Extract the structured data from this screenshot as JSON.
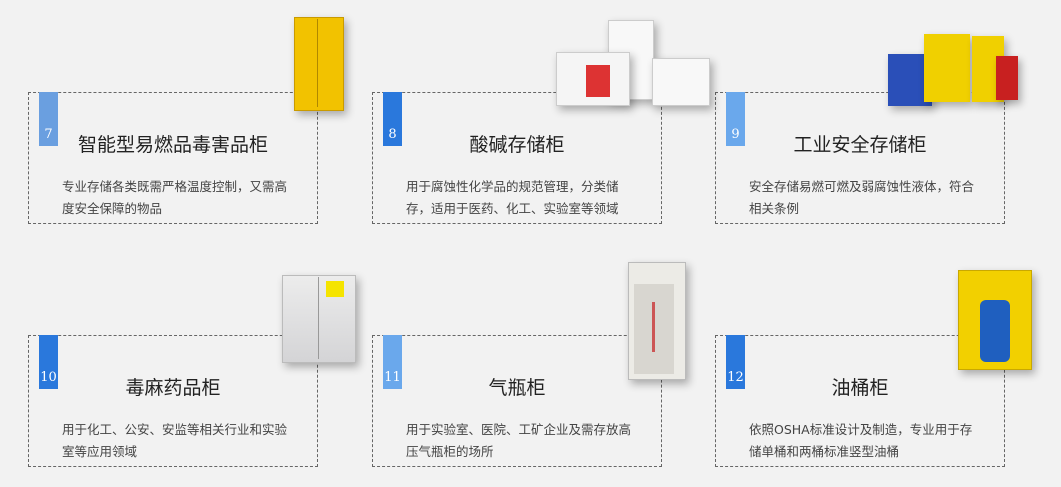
{
  "cards": [
    {
      "number": "7",
      "title": "智能型易燃品毒害品柜",
      "description": "专业存储各类既需严格温度控制，又需高度安全保障的物品",
      "badge_color": "#6a9fe0"
    },
    {
      "number": "8",
      "title": "酸碱存储柜",
      "description": "用于腐蚀性化学品的规范管理，分类储存，适用于医药、化工、实验室等领域",
      "badge_color": "#2a78dc"
    },
    {
      "number": "9",
      "title": "工业安全存储柜",
      "description": "安全存储易燃可燃及弱腐蚀性液体，符合相关条例",
      "badge_color": "#6aa8ec"
    },
    {
      "number": "10",
      "title": "毒麻药品柜",
      "description": "用于化工、公安、安监等相关行业和实验室等应用领域",
      "badge_color": "#2a78dc"
    },
    {
      "number": "11",
      "title": "气瓶柜",
      "description": "用于实验室、医院、工矿企业及需存放高压气瓶柜的场所",
      "badge_color": "#6aa8ec"
    },
    {
      "number": "12",
      "title": "油桶柜",
      "description": "依照OSHA标准设计及制造，专业用于存储单桶和两桶标准竖型油桶",
      "badge_color": "#2a78dc"
    }
  ]
}
